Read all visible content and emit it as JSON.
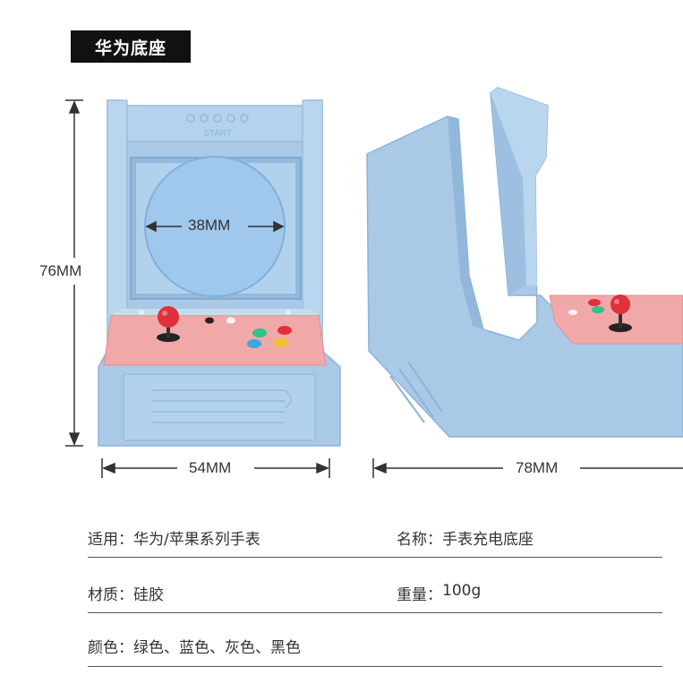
{
  "header": {
    "title": "华为底座"
  },
  "dimensions": {
    "screen_diameter": "38MM",
    "height": "76MM",
    "width": "54MM",
    "depth": "78MM"
  },
  "device": {
    "marquee_text": "START"
  },
  "colors": {
    "body_blue": "#a9c9e6",
    "body_blue_dark": "#8db3d8",
    "panel_pink": "#f0a8a8",
    "joystick_red": "#e0303a",
    "button_green": "#2fc28a",
    "button_blue": "#3aa8e0",
    "button_yellow": "#f2c230"
  },
  "specs": [
    {
      "left_label": "适用：",
      "left_value": "华为/苹果系列手表",
      "right_label": "名称：",
      "right_value": "手表充电底座"
    },
    {
      "left_label": "材质：",
      "left_value": "硅胶",
      "right_label": "重量：",
      "right_value": "100g"
    },
    {
      "left_label": "颜色：",
      "left_value": "绿色、蓝色、灰色、黑色"
    }
  ]
}
